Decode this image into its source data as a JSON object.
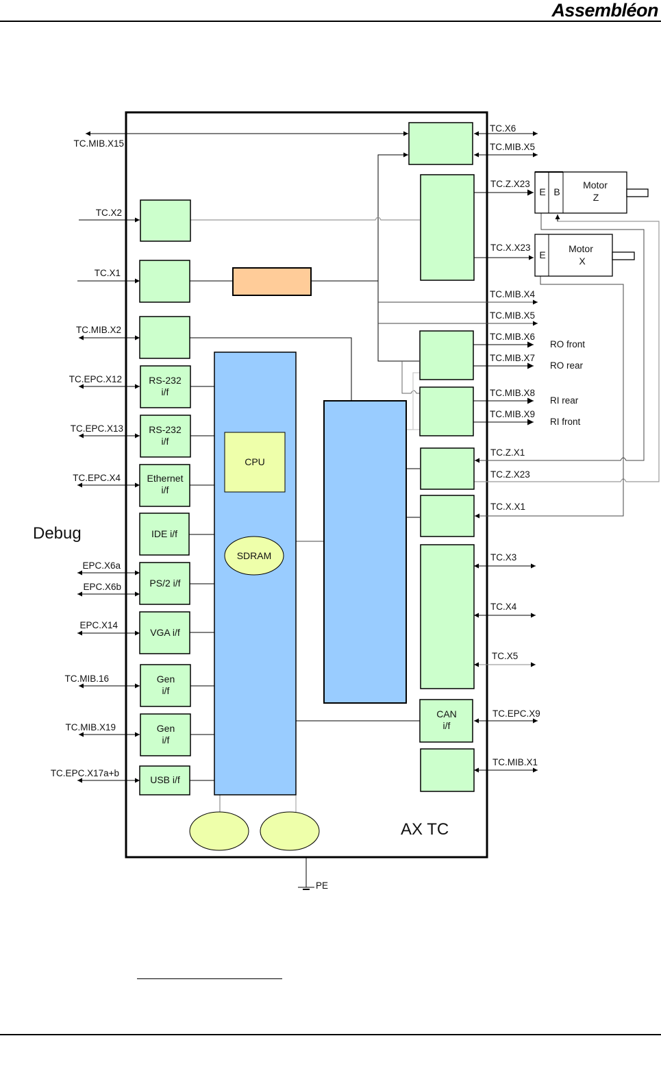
{
  "header": {
    "brand": "Assembléon"
  },
  "diagram": {
    "title": "AX TC",
    "debug_label": "Debug",
    "ground_label": "PE",
    "left_connectors": [
      "TC.MIB.X15",
      "TC.X2",
      "TC.X1",
      "TC.MIB.X2",
      "TC.EPC.X12",
      "TC.EPC.X13",
      "TC.EPC.X4",
      "EPC.X6a",
      "EPC.X6b",
      "EPC.X14",
      "TC.MIB.16",
      "TC.MIB.X19",
      "TC.EPC.X17a+b"
    ],
    "right_connectors": [
      "TC.X6",
      "TC.MIB.X5",
      "TC.Z.X23",
      "TC.X.X23",
      "TC.MIB.X4",
      "TC.MIB.X5",
      "TC.MIB.X6",
      "TC.MIB.X7",
      "TC.MIB.X8",
      "TC.MIB.X9",
      "TC.Z.X1",
      "TC.Z.X23",
      "TC.X.X1",
      "TC.X3",
      "TC.X4",
      "TC.X5",
      "TC.EPC.X9",
      "TC.MIB.X1"
    ],
    "signal_labels": [
      "RO front",
      "RO rear",
      "RI rear",
      "RI front"
    ],
    "left_blocks": [
      [
        "RS-232",
        "i/f"
      ],
      [
        "RS-232",
        "i/f"
      ],
      [
        "Ethernet",
        "i/f"
      ],
      [
        "IDE i/f"
      ],
      [
        "PS/2 i/f"
      ],
      [
        "VGA i/f"
      ],
      [
        "Gen",
        "i/f"
      ],
      [
        "Gen",
        "i/f"
      ],
      [
        "USB i/f"
      ]
    ],
    "cpu_label": "CPU",
    "sdram_label": "SDRAM",
    "can_block": [
      "CAN",
      "i/f"
    ],
    "motor_z": {
      "line1": "Motor",
      "line2": "Z",
      "encoder": "E",
      "brake": "B"
    },
    "motor_x": {
      "line1": "Motor",
      "line2": "X",
      "encoder": "E"
    },
    "colors": {
      "green_block": "#ccffcc",
      "blue_block": "#99ccff",
      "yellow_block": "#eeffaa",
      "orange_block": "#ffcc99",
      "grey_wire": "#999999"
    }
  }
}
